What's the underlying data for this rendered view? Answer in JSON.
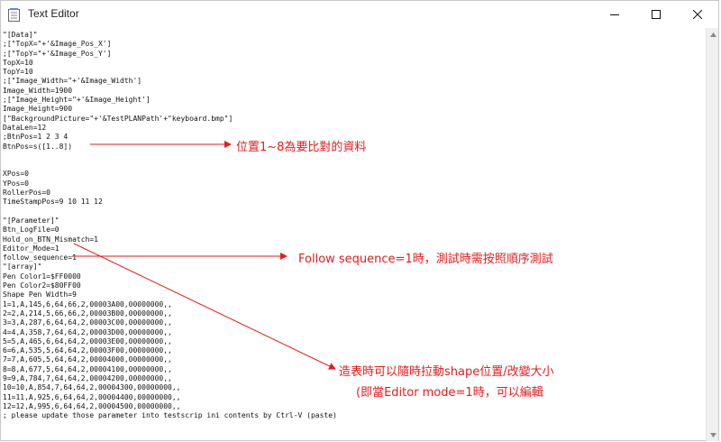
{
  "window": {
    "title": "Text Editor",
    "controls": {
      "minimize": "—",
      "maximize": "☐",
      "close": "✕"
    }
  },
  "editor": {
    "lines": [
      "\"[Data]\"",
      ";[\"TopX=\"+'&Image_Pos_X']",
      ";[\"TopY=\"+'&Image_Pos_Y']",
      "TopX=10",
      "TopY=10",
      ";[\"Image_Width=\"+'&Image_Width']",
      "Image_Width=1900",
      ";[\"Image_Height=\"+'&Image_Height']",
      "Image_Height=900",
      "[\"BackgroundPicture=\"+'&TestPLANPath'+\"keyboard.bmp\"]",
      "DataLen=12",
      ";BtnPos=1 2 3 4",
      "BtnPos=s([1..8])",
      "",
      "",
      "XPos=0",
      "YPos=0",
      "RollerPos=0",
      "TimeStampPos=9 10 11 12",
      "",
      "\"[Parameter]\"",
      "Btn_LogFile=0",
      "Hold_on_BTN_Mismatch=1",
      "Editor_Mode=1",
      "follow_sequence=1",
      "\"[array]\"",
      "Pen Color1=$FF0000",
      "Pen Color2=$80FF00",
      "Shape Pen Width=9",
      "1=1,A,145,6,64,66,2,00003A00,00000000,,",
      "2=2,A,214,5,66,66,2,00003B00,00000000,,",
      "3=3,A,287,6,64,64,2,00003C00,00000000,,",
      "4=4,A,358,7,64,64,2,00003D00,00000000,,",
      "5=5,A,465,6,64,64,2,00003E00,00000000,,",
      "6=6,A,535,5,64,64,2,00003F00,00000000,,",
      "7=7,A,605,5,64,64,2,00004000,00000000,,",
      "8=8,A,677,5,64,64,2,00004100,00000000,,",
      "9=9,A,784,7,64,64,2,00004200,00000000,,",
      "10=10,A,854,7,64,64,2,00004300,00000000,,",
      "11=11,A,925,6,64,64,2,00004400,00000000,,",
      "12=12,A,995,6,64,64,2,00004500,00000000,,",
      "; please update those parameter into testscrip ini contents by Ctrl-V (paste)"
    ]
  },
  "annotations": {
    "a1": "位置1~8為要比對的資料",
    "a2": "Follow sequence=1時，測試時需按照順序測試",
    "a3_line1": "造表時可以隨時拉動shape位置/改變大小",
    "a3_line2": "(即當Editor mode=1時，可以編輯"
  },
  "colors": {
    "annotation": "#e21d1d",
    "text": "#111111",
    "titlebar": "#ffffff"
  }
}
